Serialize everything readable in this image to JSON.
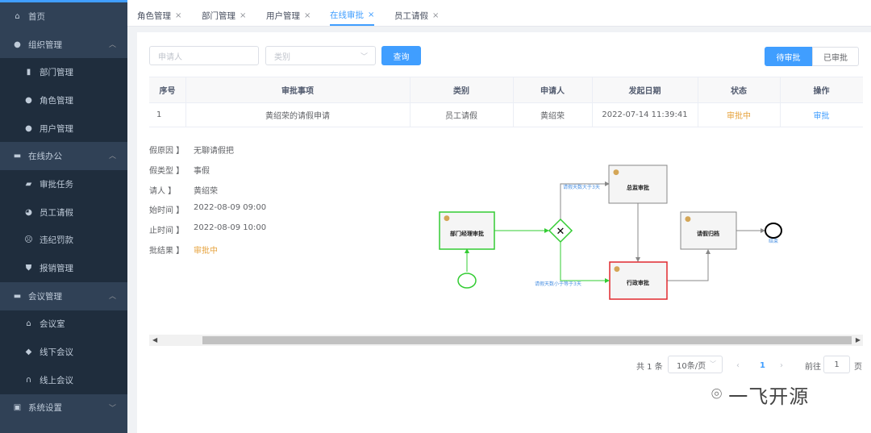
{
  "sidebar": {
    "items": [
      {
        "label": "首页",
        "icon": "home-icon",
        "level": "top"
      },
      {
        "label": "组织管理",
        "icon": "users-icon",
        "level": "top",
        "caret": "^"
      },
      {
        "label": "部门管理",
        "icon": "building-icon",
        "level": "sub"
      },
      {
        "label": "角色管理",
        "icon": "user-icon",
        "level": "sub"
      },
      {
        "label": "用户管理",
        "icon": "user-icon",
        "level": "sub"
      },
      {
        "label": "在线办公",
        "icon": "monitor-icon",
        "level": "top",
        "caret": "^"
      },
      {
        "label": "审批任务",
        "icon": "task-icon",
        "level": "sub"
      },
      {
        "label": "员工请假",
        "icon": "pie-icon",
        "level": "sub"
      },
      {
        "label": "违纪罚款",
        "icon": "sad-icon",
        "level": "sub"
      },
      {
        "label": "报销管理",
        "icon": "shield-icon",
        "level": "sub"
      },
      {
        "label": "会议管理",
        "icon": "monitor-icon",
        "level": "top",
        "caret": "^"
      },
      {
        "label": "会议室",
        "icon": "room-icon",
        "level": "sub"
      },
      {
        "label": "线下会议",
        "icon": "tag-icon",
        "level": "sub"
      },
      {
        "label": "线上会议",
        "icon": "headset-icon",
        "level": "sub"
      },
      {
        "label": "系统设置",
        "icon": "briefcase-icon",
        "level": "top",
        "caret": "v"
      }
    ]
  },
  "tabs": [
    {
      "label": "角色管理"
    },
    {
      "label": "部门管理"
    },
    {
      "label": "用户管理"
    },
    {
      "label": "在线审批",
      "active": true
    },
    {
      "label": "员工请假"
    }
  ],
  "search": {
    "applicant_placeholder": "申请人",
    "type_placeholder": "类别",
    "query_label": "查询"
  },
  "toggle": {
    "pending": "待审批",
    "approved": "已审批"
  },
  "table": {
    "headers": [
      "序号",
      "审批事项",
      "类别",
      "申请人",
      "发起日期",
      "状态",
      "操作"
    ],
    "row": [
      "1",
      "黄绍荣的请假申请",
      "员工请假",
      "黄绍荣",
      "2022-07-14 11:39:41",
      "审批中",
      "审批"
    ]
  },
  "detail": {
    "labels": [
      "假原因 】",
      "假类型 】",
      "请人 】",
      "始时间 】",
      "止时间 】",
      "批结果 】"
    ],
    "values": [
      "无聊请假把",
      "事假",
      "黄绍荣",
      "2022-08-09 09:00",
      "2022-08-09 10:00",
      "审批中"
    ]
  },
  "flow": {
    "dept_task": "部门经理审批",
    "gm_task": "总监审批",
    "admin_task": "行政审批",
    "archive_task": "请假归档",
    "end_label": "结束",
    "cond_gt": "请假天数大于3天",
    "cond_le": "请假天数小于等于3天"
  },
  "pagination": {
    "total": "共 1 条",
    "size": "10条/页",
    "page": "1",
    "goto_prefix": "前往",
    "goto_value": "1",
    "goto_suffix": "页"
  },
  "watermark": "一飞开源",
  "colors": {
    "accent": "#409eff",
    "pending": "#e6a23c",
    "sidebar": "#304156",
    "flow_green": "#33cc33",
    "flow_red": "#e0282e"
  }
}
